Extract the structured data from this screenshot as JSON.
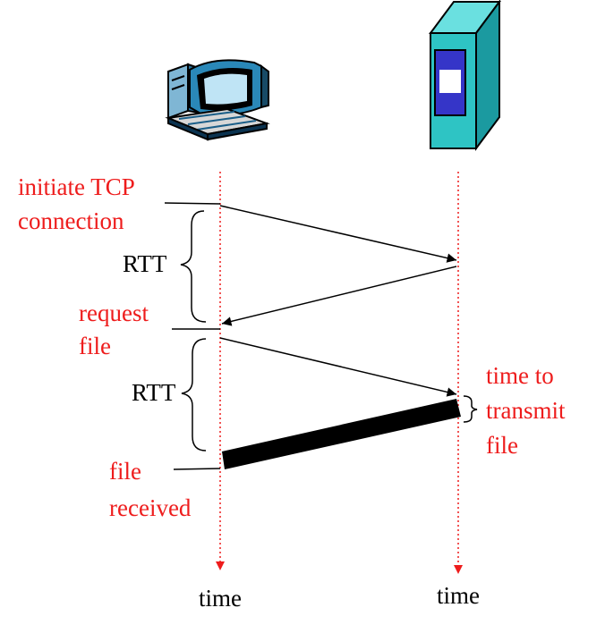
{
  "labels": {
    "initiate_line1": "initiate TCP",
    "initiate_line2": "connection",
    "rtt_1": "RTT",
    "request_line1": "request",
    "request_line2": "file",
    "rtt_2": "RTT",
    "transmit_line1": "time to",
    "transmit_line2": "transmit",
    "transmit_line3": "file",
    "received_line1": "file",
    "received_line2": "received",
    "time_client": "time",
    "time_server": "time"
  },
  "icons": {
    "client": "desktop-computer-icon",
    "server": "server-tower-icon"
  },
  "colors": {
    "timeline": "#ee1c1c",
    "annotation": "#ee1c1c",
    "server_body": "#2ec4c4",
    "server_panel": "#3535c8",
    "monitor_body": "#2a88b8"
  }
}
